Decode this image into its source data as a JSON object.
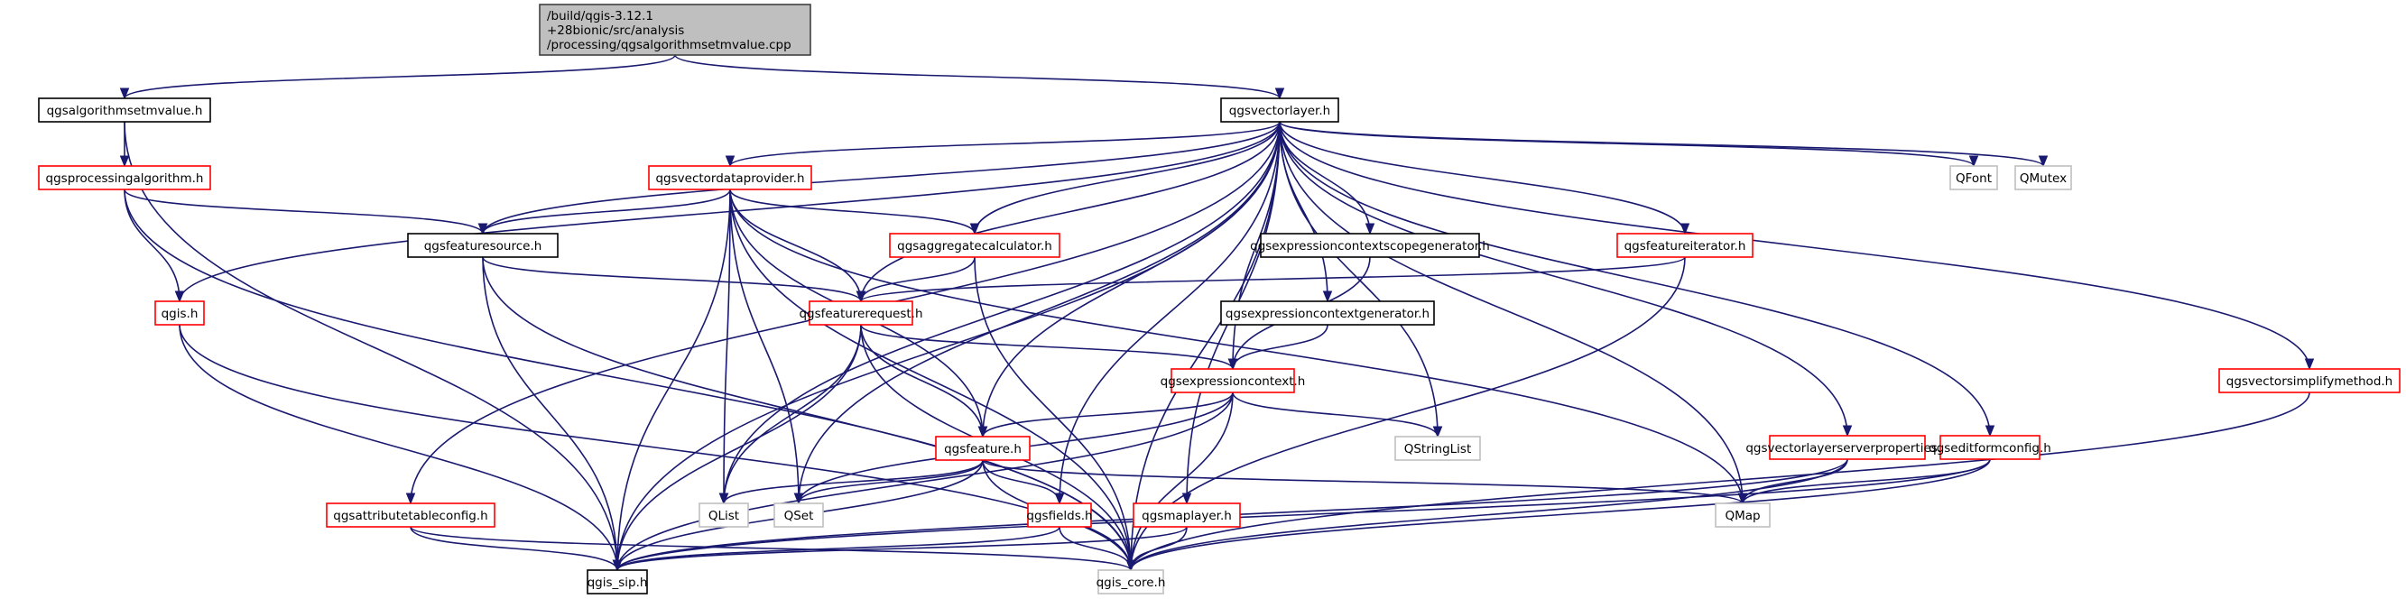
{
  "diagram": {
    "type": "include-dependency-graph",
    "colors": {
      "root_fill": "#bfbfbf",
      "root_border": "#404040",
      "documented_border": "#000000",
      "truncated_border": "#ff0000",
      "external_border": "#bfbfbf",
      "edge": "#191970"
    },
    "nodes": [
      {
        "id": "root",
        "kind": "root",
        "lines": [
          "/build/qgis-3.12.1",
          "+28bionic/src/analysis",
          "/processing/qgsalgorithmsetmvalue.cpp"
        ]
      },
      {
        "id": "qgsalgorithmsetmvalue_h",
        "kind": "documented",
        "lines": [
          "qgsalgorithmsetmvalue.h"
        ]
      },
      {
        "id": "qgsvectorlayer_h",
        "kind": "documented",
        "lines": [
          "qgsvectorlayer.h"
        ]
      },
      {
        "id": "qgsprocessingalgorithm_h",
        "kind": "truncated",
        "lines": [
          "qgsprocessingalgorithm.h"
        ]
      },
      {
        "id": "qgsvectordataprovider_h",
        "kind": "truncated",
        "lines": [
          "qgsvectordataprovider.h"
        ]
      },
      {
        "id": "qgsfeaturesource_h",
        "kind": "documented",
        "lines": [
          "qgsfeaturesource.h"
        ]
      },
      {
        "id": "qgsaggregatecalculator_h",
        "kind": "truncated",
        "lines": [
          "qgsaggregatecalculator.h"
        ]
      },
      {
        "id": "qgsexpressioncontextscopegenerator_h",
        "kind": "documented",
        "lines": [
          "qgsexpressioncontextscopegenerator.h"
        ]
      },
      {
        "id": "qgsfeatureiterator_h",
        "kind": "truncated",
        "lines": [
          "qgsfeatureiterator.h"
        ]
      },
      {
        "id": "QFont",
        "kind": "external",
        "lines": [
          "QFont"
        ]
      },
      {
        "id": "QMutex",
        "kind": "external",
        "lines": [
          "QMutex"
        ]
      },
      {
        "id": "qgis_h",
        "kind": "truncated",
        "lines": [
          "qgis.h"
        ]
      },
      {
        "id": "qgsfeaturerequest_h",
        "kind": "truncated",
        "lines": [
          "qgsfeaturerequest.h"
        ]
      },
      {
        "id": "qgsexpressioncontextgenerator_h",
        "kind": "documented",
        "lines": [
          "qgsexpressioncontextgenerator.h"
        ]
      },
      {
        "id": "qgsexpressioncontext_h",
        "kind": "truncated",
        "lines": [
          "qgsexpressioncontext.h"
        ]
      },
      {
        "id": "qgsvectorsimplifymethod_h",
        "kind": "truncated",
        "lines": [
          "qgsvectorsimplifymethod.h"
        ]
      },
      {
        "id": "qgsfeature_h",
        "kind": "truncated",
        "lines": [
          "qgsfeature.h"
        ]
      },
      {
        "id": "QStringList",
        "kind": "external",
        "lines": [
          "QStringList"
        ]
      },
      {
        "id": "qgsvectorlayerserverproperties_h",
        "kind": "truncated",
        "lines": [
          "qgsvectorlayerserverproperties.h"
        ]
      },
      {
        "id": "qgseditformconfig_h",
        "kind": "truncated",
        "lines": [
          "qgseditformconfig.h"
        ]
      },
      {
        "id": "qgsattributetableconfig_h",
        "kind": "truncated",
        "lines": [
          "qgsattributetableconfig.h"
        ]
      },
      {
        "id": "QList",
        "kind": "external",
        "lines": [
          "QList"
        ]
      },
      {
        "id": "QSet",
        "kind": "external",
        "lines": [
          "QSet"
        ]
      },
      {
        "id": "qgsfields_h",
        "kind": "truncated",
        "lines": [
          "qgsfields.h"
        ]
      },
      {
        "id": "qgsmaplayer_h",
        "kind": "truncated",
        "lines": [
          "qgsmaplayer.h"
        ]
      },
      {
        "id": "QMap",
        "kind": "external",
        "lines": [
          "QMap"
        ]
      },
      {
        "id": "qgis_sip_h",
        "kind": "documented",
        "lines": [
          "qgis_sip.h"
        ]
      },
      {
        "id": "qgis_core_h",
        "kind": "external",
        "lines": [
          "qgis_core.h"
        ]
      }
    ],
    "edges": [
      [
        "root",
        "qgsalgorithmsetmvalue_h"
      ],
      [
        "root",
        "qgsvectorlayer_h"
      ],
      [
        "qgsalgorithmsetmvalue_h",
        "qgsprocessingalgorithm_h"
      ],
      [
        "qgsalgorithmsetmvalue_h",
        "qgis_sip_h"
      ],
      [
        "qgsprocessingalgorithm_h",
        "qgis_h"
      ],
      [
        "qgsprocessingalgorithm_h",
        "qgsfeaturesource_h"
      ],
      [
        "qgsprocessingalgorithm_h",
        "qgis_core_h"
      ],
      [
        "qgsvectorlayer_h",
        "qgis_h"
      ],
      [
        "qgsvectorlayer_h",
        "qgsvectordataprovider_h"
      ],
      [
        "qgsvectorlayer_h",
        "qgsfeaturesource_h"
      ],
      [
        "qgsvectorlayer_h",
        "qgsaggregatecalculator_h"
      ],
      [
        "qgsvectorlayer_h",
        "qgsfeaturerequest_h"
      ],
      [
        "qgsvectorlayer_h",
        "qgsexpressioncontextscopegenerator_h"
      ],
      [
        "qgsvectorlayer_h",
        "qgsexpressioncontextgenerator_h"
      ],
      [
        "qgsvectorlayer_h",
        "qgsexpressioncontext_h"
      ],
      [
        "qgsvectorlayer_h",
        "qgsfeatureiterator_h"
      ],
      [
        "qgsvectorlayer_h",
        "qgsfeature_h"
      ],
      [
        "qgsvectorlayer_h",
        "QFont"
      ],
      [
        "qgsvectorlayer_h",
        "QMutex"
      ],
      [
        "qgsvectorlayer_h",
        "QStringList"
      ],
      [
        "qgsvectorlayer_h",
        "qgsvectorlayerserverproperties_h"
      ],
      [
        "qgsvectorlayer_h",
        "qgseditformconfig_h"
      ],
      [
        "qgsvectorlayer_h",
        "qgsvectorsimplifymethod_h"
      ],
      [
        "qgsvectorlayer_h",
        "qgsattributetableconfig_h"
      ],
      [
        "qgsvectorlayer_h",
        "QList"
      ],
      [
        "qgsvectorlayer_h",
        "QSet"
      ],
      [
        "qgsvectorlayer_h",
        "qgsfields_h"
      ],
      [
        "qgsvectorlayer_h",
        "qgsmaplayer_h"
      ],
      [
        "qgsvectorlayer_h",
        "QMap"
      ],
      [
        "qgsvectorlayer_h",
        "qgis_sip_h"
      ],
      [
        "qgsvectorlayer_h",
        "qgis_core_h"
      ],
      [
        "qgsvectordataprovider_h",
        "qgsfeaturesource_h"
      ],
      [
        "qgsvectordataprovider_h",
        "qgsaggregatecalculator_h"
      ],
      [
        "qgsvectordataprovider_h",
        "qgsfeaturerequest_h"
      ],
      [
        "qgsvectordataprovider_h",
        "qgsfeature_h"
      ],
      [
        "qgsvectordataprovider_h",
        "QList"
      ],
      [
        "qgsvectordataprovider_h",
        "QSet"
      ],
      [
        "qgsvectordataprovider_h",
        "QMap"
      ],
      [
        "qgsvectordataprovider_h",
        "qgis_sip_h"
      ],
      [
        "qgsvectordataprovider_h",
        "qgis_core_h"
      ],
      [
        "qgsfeaturesource_h",
        "qgsfeaturerequest_h"
      ],
      [
        "qgsfeaturesource_h",
        "qgis_sip_h"
      ],
      [
        "qgsfeaturesource_h",
        "qgis_core_h"
      ],
      [
        "qgsaggregatecalculator_h",
        "qgsfeaturerequest_h"
      ],
      [
        "qgsaggregatecalculator_h",
        "qgis_core_h"
      ],
      [
        "qgsfeatureiterator_h",
        "qgsfeaturerequest_h"
      ],
      [
        "qgsfeatureiterator_h",
        "qgis_core_h"
      ],
      [
        "qgsexpressioncontextscopegenerator_h",
        "qgsexpressioncontext_h"
      ],
      [
        "qgsexpressioncontextgenerator_h",
        "qgsexpressioncontext_h"
      ],
      [
        "qgis_h",
        "qgis_sip_h"
      ],
      [
        "qgis_h",
        "qgis_core_h"
      ],
      [
        "qgsfeaturerequest_h",
        "qgsexpressioncontext_h"
      ],
      [
        "qgsfeaturerequest_h",
        "qgsfeature_h"
      ],
      [
        "qgsfeaturerequest_h",
        "QList"
      ],
      [
        "qgsfeaturerequest_h",
        "qgis_sip_h"
      ],
      [
        "qgsfeaturerequest_h",
        "qgis_core_h"
      ],
      [
        "qgsexpressioncontext_h",
        "qgsfeature_h"
      ],
      [
        "qgsexpressioncontext_h",
        "QStringList"
      ],
      [
        "qgsexpressioncontext_h",
        "QSet"
      ],
      [
        "qgsexpressioncontext_h",
        "qgis_sip_h"
      ],
      [
        "qgsexpressioncontext_h",
        "qgis_core_h"
      ],
      [
        "qgsfeature_h",
        "qgsfields_h"
      ],
      [
        "qgsfeature_h",
        "QList"
      ],
      [
        "qgsfeature_h",
        "QSet"
      ],
      [
        "qgsfeature_h",
        "QMap"
      ],
      [
        "qgsfeature_h",
        "qgis_sip_h"
      ],
      [
        "qgsfeature_h",
        "qgis_core_h"
      ],
      [
        "qgsfields_h",
        "qgis_sip_h"
      ],
      [
        "qgsfields_h",
        "qgis_core_h"
      ],
      [
        "qgsmaplayer_h",
        "qgis_sip_h"
      ],
      [
        "qgsmaplayer_h",
        "qgis_core_h"
      ],
      [
        "qgsattributetableconfig_h",
        "qgis_sip_h"
      ],
      [
        "qgsattributetableconfig_h",
        "qgis_core_h"
      ],
      [
        "qgsvectorlayerserverproperties_h",
        "QMap"
      ],
      [
        "qgsvectorlayerserverproperties_h",
        "qgis_sip_h"
      ],
      [
        "qgsvectorlayerserverproperties_h",
        "qgis_core_h"
      ],
      [
        "qgseditformconfig_h",
        "QMap"
      ],
      [
        "qgseditformconfig_h",
        "qgis_sip_h"
      ],
      [
        "qgseditformconfig_h",
        "qgis_core_h"
      ],
      [
        "qgsvectorsimplifymethod_h",
        "qgis_core_h"
      ]
    ]
  }
}
